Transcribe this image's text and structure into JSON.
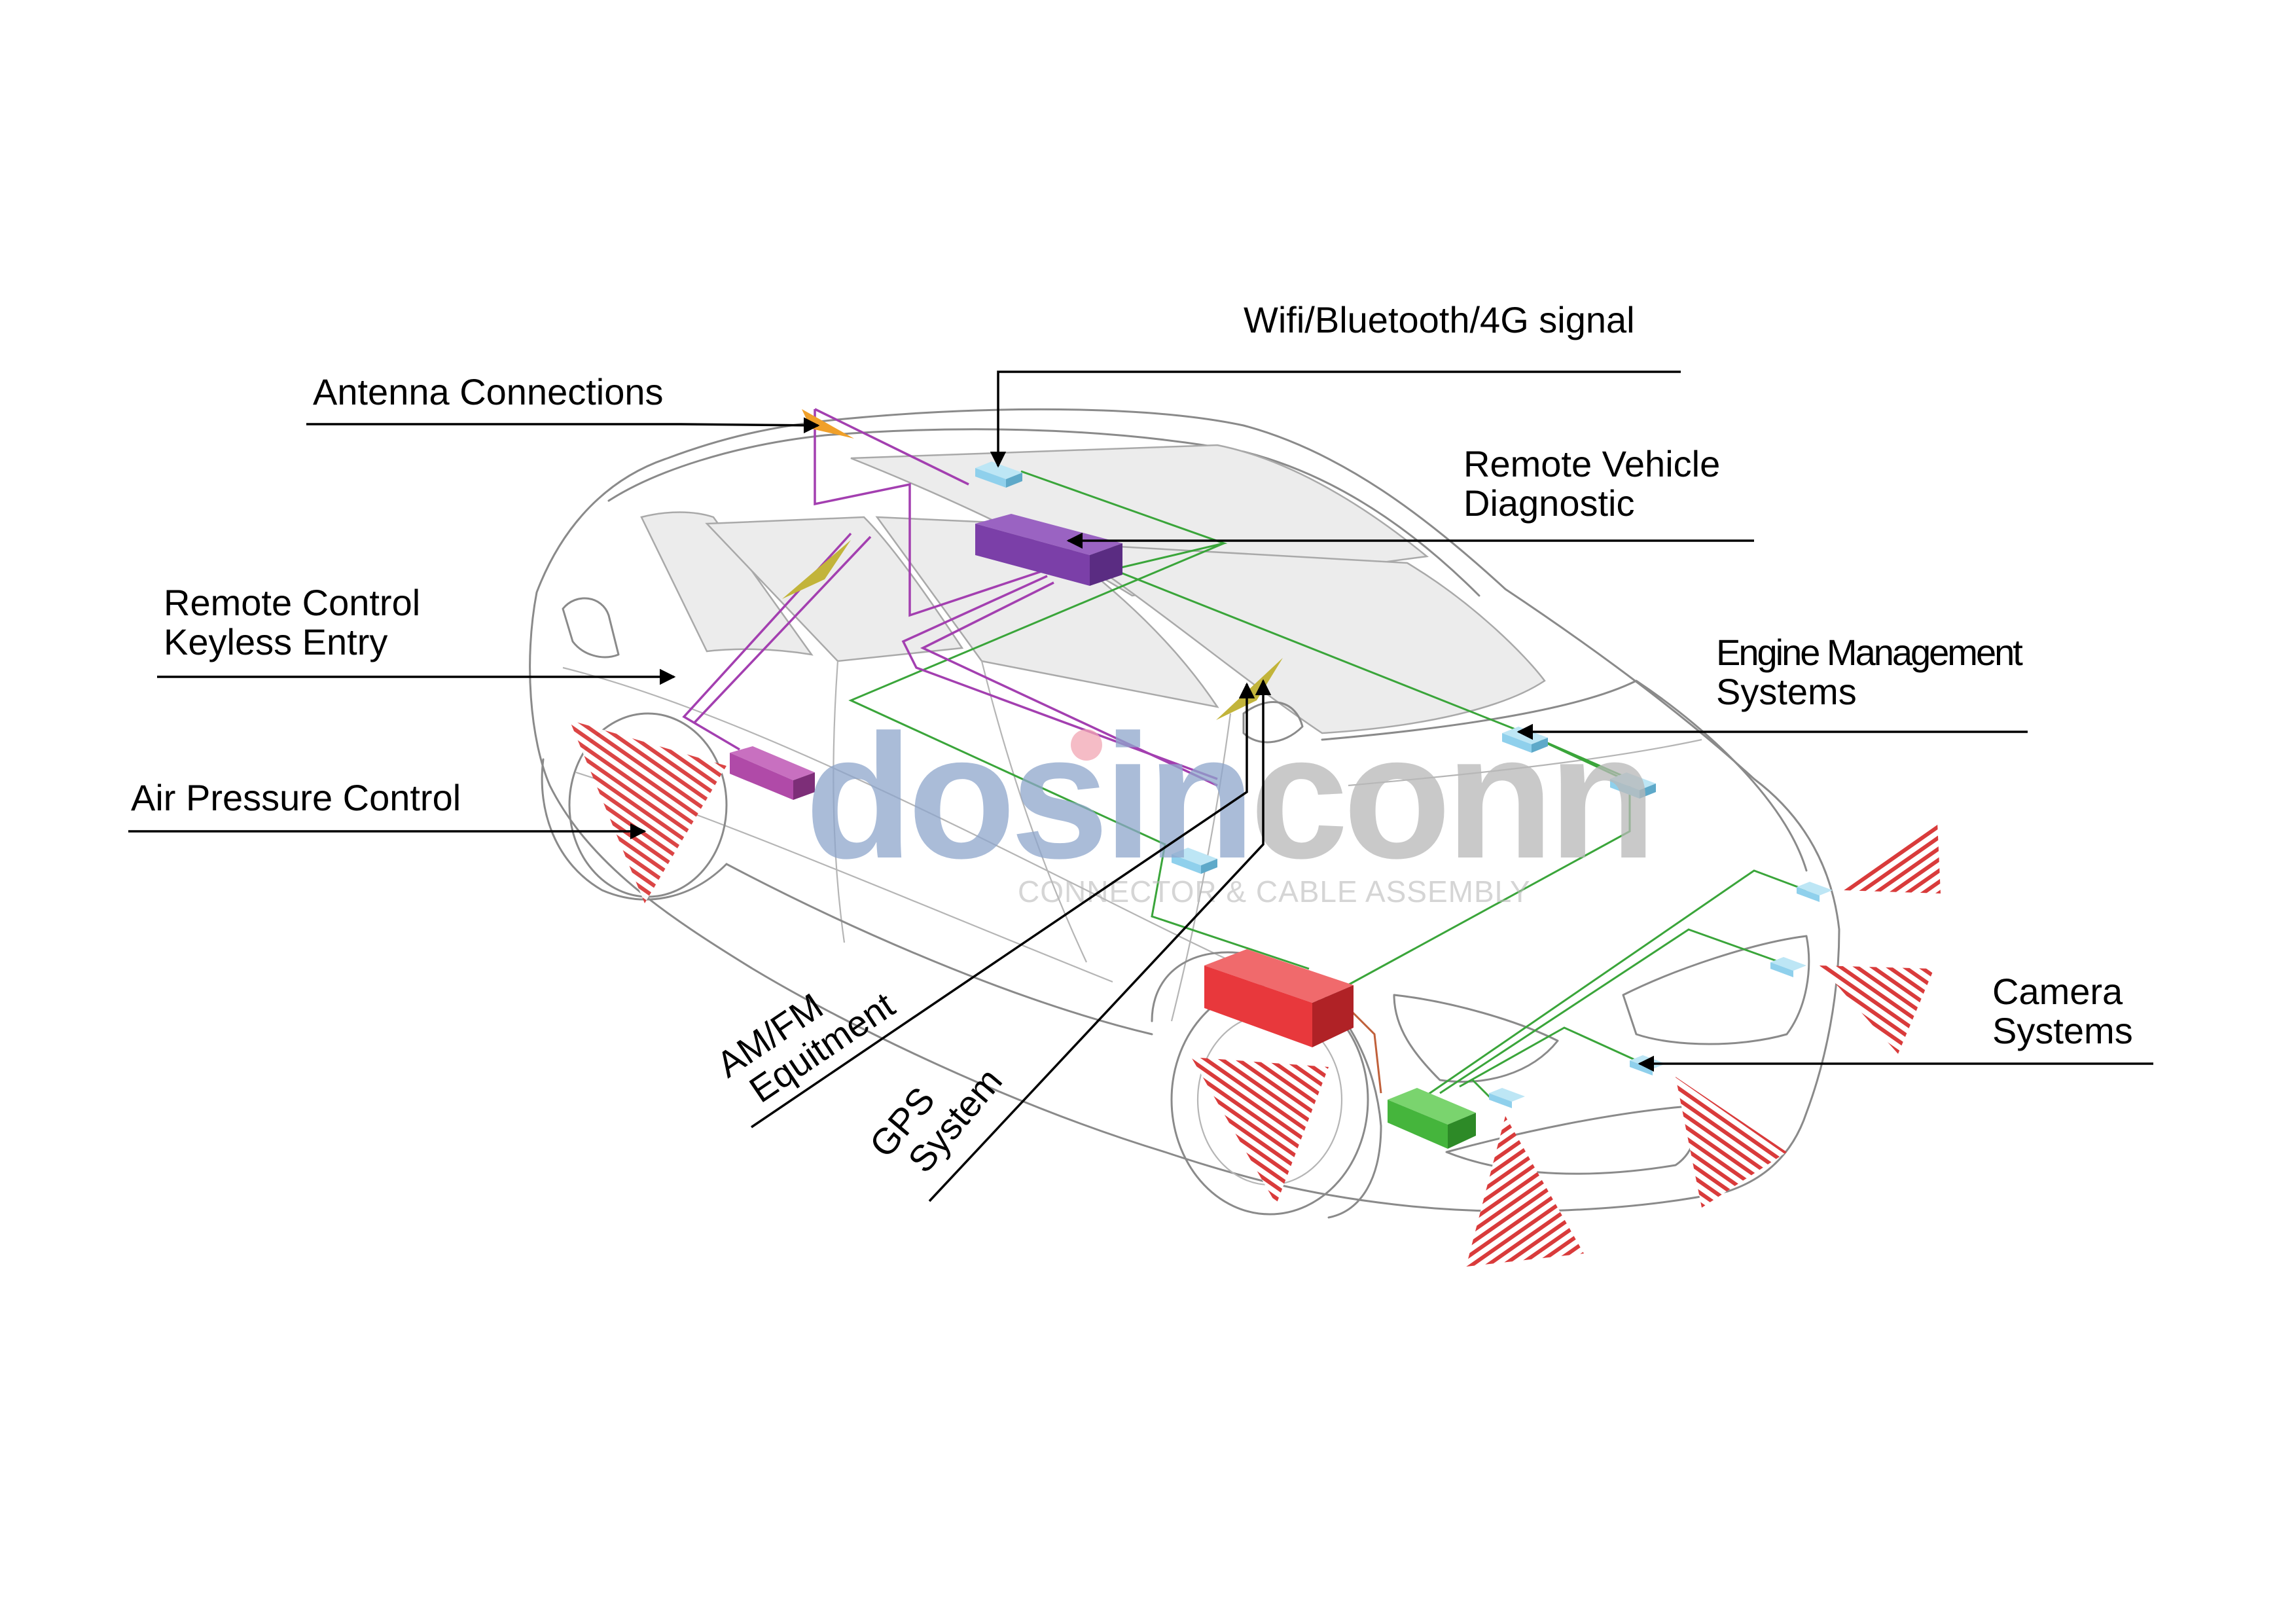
{
  "labels": {
    "wifi": "Wifi/Bluetooth/4G signal",
    "antenna": "Antenna Connections",
    "remote_diag_1": "Remote Vehicle",
    "remote_diag_2": "Diagnostic",
    "keyless_1": "Remote Control",
    "keyless_2": "Keyless Entry",
    "engine_1": "Engine Management",
    "engine_2": "Systems",
    "air_pressure": "Air Pressure Control",
    "camera_1": "Camera",
    "camera_2": "Systems",
    "amfm_1": "AM/FM",
    "amfm_2": "Equitment",
    "gps_1": "GPS",
    "gps_2": "System"
  },
  "watermark": {
    "brand_part1": "dosin",
    "brand_part2": "conn",
    "tagline": "CONNECTOR & CABLE ASSEMBLY"
  },
  "colors": {
    "module_purple": "#7b3fa8",
    "module_magenta": "#b04aa8",
    "module_red": "#e8383c",
    "module_green": "#45b53c",
    "sensor_blue": "#8fd0ec",
    "antenna_orange": "#f0a02a",
    "antenna_olive": "#c2b43a",
    "radar_red": "#d93b3b",
    "wire_green": "#3aa53a",
    "wire_purple": "#a33fb0",
    "watermark_blue": "#8ea6cc",
    "watermark_grey": "#b8b8b8"
  }
}
